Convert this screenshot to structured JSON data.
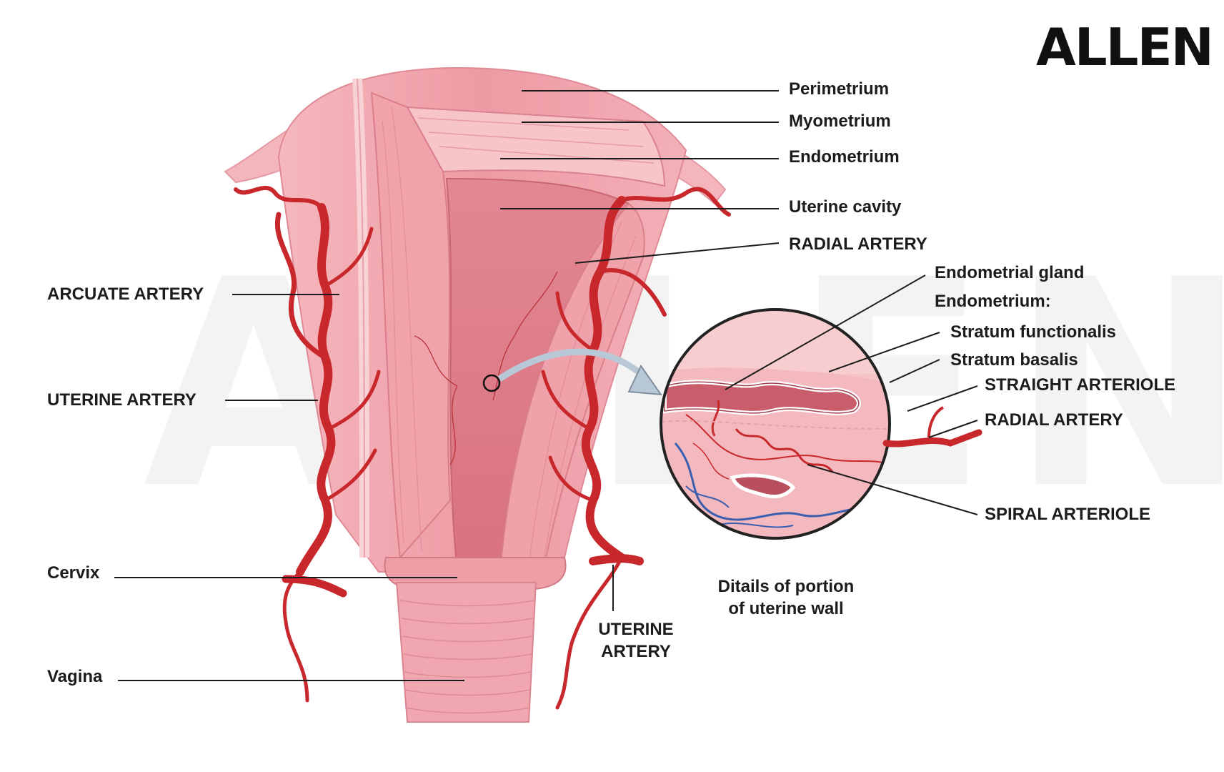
{
  "logo": {
    "text": "ALLEN"
  },
  "labels": {
    "perimetrium": "Perimetrium",
    "myometrium": "Myometrium",
    "endometrium": "Endometrium",
    "uterine_cavity": "Uterine cavity",
    "radial_artery_top": "RADIAL ARTERY",
    "endometrial_gland": "Endometrial gland",
    "endometrium_heading": "Endometrium:",
    "stratum_functionalis": "Stratum functionalis",
    "stratum_basalis": "Stratum basalis",
    "straight_arteriole": "STRAIGHT ARTERIOLE",
    "radial_artery_detail": "RADIAL ARTERY",
    "spiral_arteriole": "SPIRAL ARTERIOLE",
    "arcuate_artery": "ARCUATE ARTERY",
    "uterine_artery_left": "UTERINE ARTERY",
    "cervix": "Cervix",
    "vagina": "Vagina",
    "uterine_artery_bottom_1": "UTERINE",
    "uterine_artery_bottom_2": "ARTERY",
    "detail_caption_1": "Ditails of portion",
    "detail_caption_2": "of uterine wall"
  },
  "colors": {
    "tissue": "#f2a6ae",
    "tissue_light": "#f8c9cd",
    "tissue_dark": "#e07f8b",
    "artery": "#c8282c",
    "vein": "#3a5fb0",
    "leader": "#1c1c1c"
  }
}
